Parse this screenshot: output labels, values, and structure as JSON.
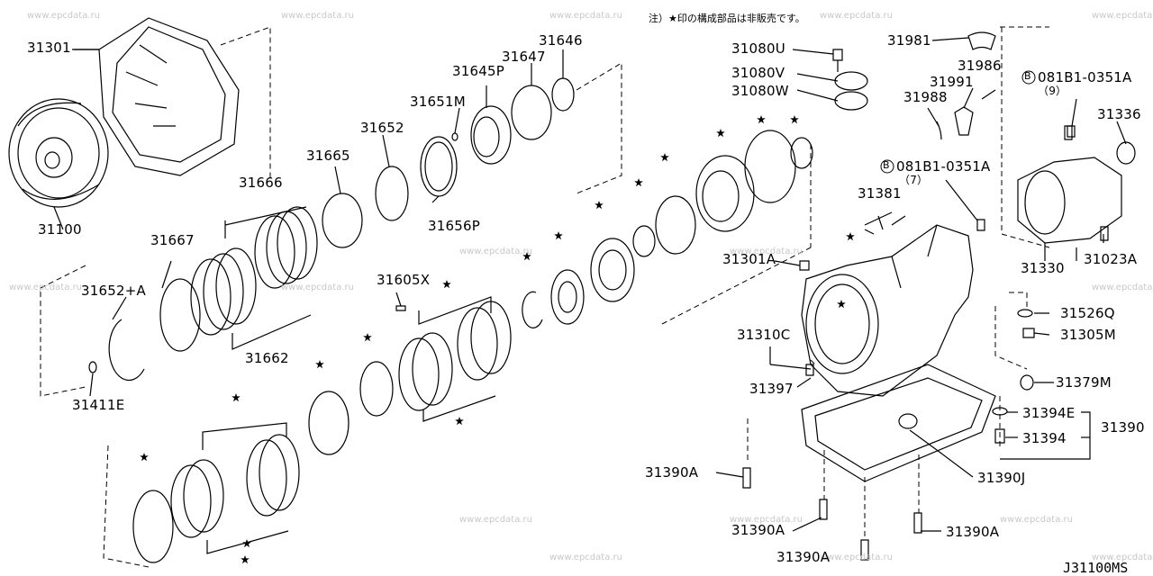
{
  "note": "注）★印の構成部品は非販売です。",
  "diagram_code": "J31100MS",
  "watermark": "www.epcdata.ru",
  "labels": {
    "p31301": "31301",
    "p31100": "31100",
    "p31666": "31666",
    "p31665": "31665",
    "p31652": "31652",
    "p31651M": "31651M",
    "p31645P": "31645P",
    "p31647": "31647",
    "p31646": "31646",
    "p31656P": "31656P",
    "p31667": "31667",
    "p31652A": "31652+A",
    "p31662": "31662",
    "p31411E": "31411E",
    "p31605X": "31605X",
    "p31080U": "31080U",
    "p31080V": "31080V",
    "p31080W": "31080W",
    "p31981": "31981",
    "p31986": "31986",
    "p31991": "31991",
    "p31988": "31988",
    "p08181a": "081B1-0351A",
    "p08181a_qty": "（9）",
    "p08181b": "081B1-0351A",
    "p08181b_qty": "（7）",
    "p31336": "31336",
    "p31381": "31381",
    "p31301A": "31301A",
    "p31330": "31330",
    "p31023A": "31023A",
    "p31526Q": "31526Q",
    "p31305M": "31305M",
    "p31310C": "31310C",
    "p31397": "31397",
    "p31379M": "31379M",
    "p31394E": "31394E",
    "p31390": "31390",
    "p31394": "31394",
    "p31390J": "31390J",
    "p31390A_1": "31390A",
    "p31390A_2": "31390A",
    "p31390A_3": "31390A",
    "p31390A_4": "31390A",
    "b_mark": "B"
  },
  "icons": [
    "star-icon",
    "circled-b-icon"
  ]
}
